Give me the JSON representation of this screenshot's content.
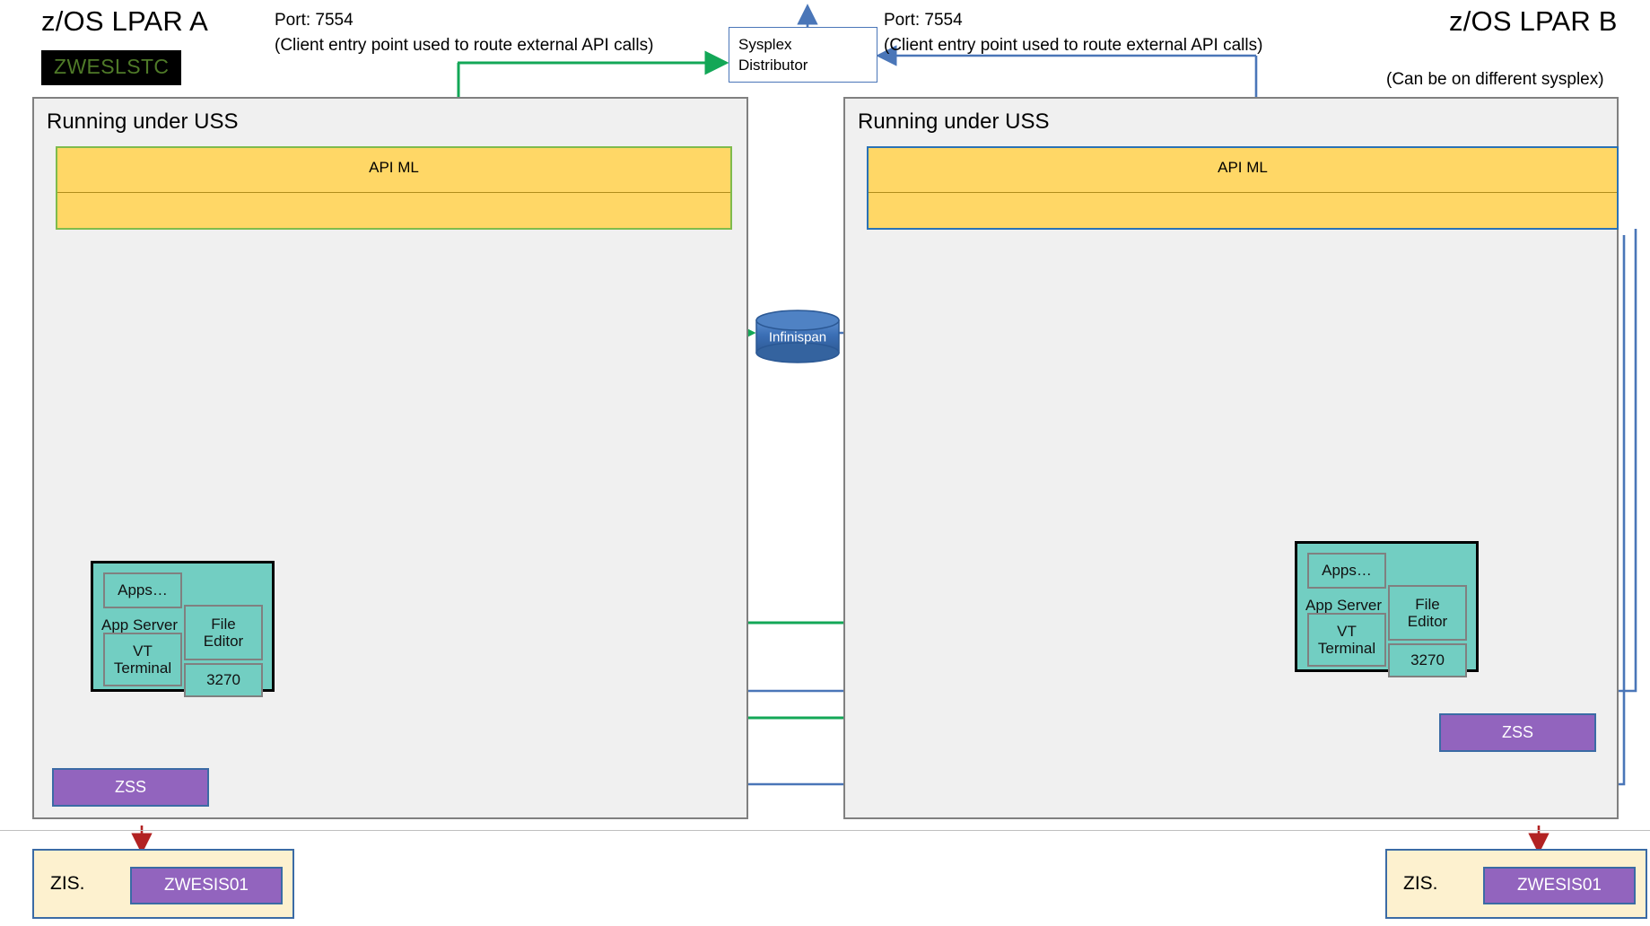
{
  "diagram": {
    "title_left": "z/OS LPAR A",
    "title_right": "z/OS LPAR B",
    "right_subtitle": "(Can be on different sysplex)",
    "console_left": "ZWESLSTC",
    "port_note_left_line1": "Port: 7554",
    "port_note_left_line2": "(Client entry point used to route external API calls)",
    "port_note_right_line1": "Port: 7554",
    "port_note_right_line2": "(Client entry point used to route external API calls)",
    "sysplex_distributor": "Sysplex\nDistributor",
    "sysplex_distributor_line1": "Sysplex",
    "sysplex_distributor_line2": "Distributor",
    "cache": {
      "label": "Infinispan"
    },
    "uss_left": {
      "label": "Running under USS"
    },
    "uss_right": {
      "label": "Running under USS"
    },
    "apiml_left": {
      "label": "API ML"
    },
    "apiml_right": {
      "label": "API ML"
    },
    "app_server_left": {
      "label": "App Server",
      "apps": "Apps…",
      "file_editor": "File\nEditor",
      "file_editor_l1": "File",
      "file_editor_l2": "Editor",
      "vt_terminal_l1": "VT",
      "vt_terminal_l2": "Terminal",
      "tn3270": "3270"
    },
    "app_server_right": {
      "label": "App Server",
      "apps": "Apps…",
      "file_editor_l1": "File",
      "file_editor_l2": "Editor",
      "vt_terminal_l1": "VT",
      "vt_terminal_l2": "Terminal",
      "tn3270": "3270"
    },
    "zss_left": {
      "label": "ZSS"
    },
    "zss_right": {
      "label": "ZSS"
    },
    "zis_left": {
      "label": "ZIS.",
      "started_task": "ZWESIS01"
    },
    "zis_right": {
      "label": "ZIS.",
      "started_task": "ZWESIS01"
    },
    "colors": {
      "green_flow": "#13a757",
      "blue_flow": "#4a76b8",
      "red_dashed": "#b22222",
      "apiml_fill": "#ffd766",
      "apiml_border_left": "#7fbb4c",
      "apiml_border_right": "#2a72b5",
      "appserver_fill": "#72cec2",
      "zss_fill": "#9264be",
      "zis_fill": "#fdf1cf",
      "uss_fill": "#f0f0f0",
      "uss_border": "#808080",
      "cache_fill": "#3b6fb5",
      "console_bg": "#000000",
      "console_fg": "#4f7a28"
    }
  }
}
